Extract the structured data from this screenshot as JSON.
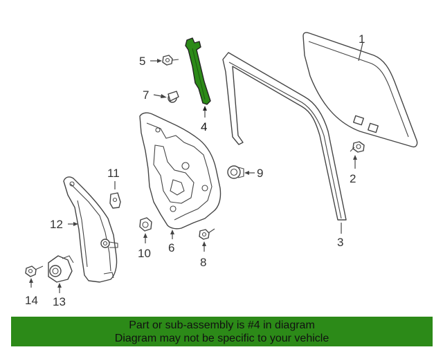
{
  "diagram": {
    "highlight_color": "#2c8a18",
    "callouts": {
      "c1": "1",
      "c2": "2",
      "c3": "3",
      "c4": "4",
      "c5": "5",
      "c6": "6",
      "c7": "7",
      "c8": "8",
      "c9": "9",
      "c10": "10",
      "c11": "11",
      "c12": "12",
      "c13": "13",
      "c14": "14"
    },
    "parts": {
      "p1": "glass",
      "p2": "bolt",
      "p3": "run-channel",
      "p4": "guide-channel",
      "p5": "bolt",
      "p6": "regulator-panel",
      "p7": "clip",
      "p8": "bolt",
      "p9": "grommet",
      "p10": "nut",
      "p11": "clip",
      "p12": "regulator-rail",
      "p13": "motor",
      "p14": "bolt"
    }
  },
  "banner": {
    "line1": "Part or sub-assembly is #4 in diagram",
    "line2": "Diagram may not be specific to your vehicle",
    "bg_color": "#2c8a18"
  }
}
